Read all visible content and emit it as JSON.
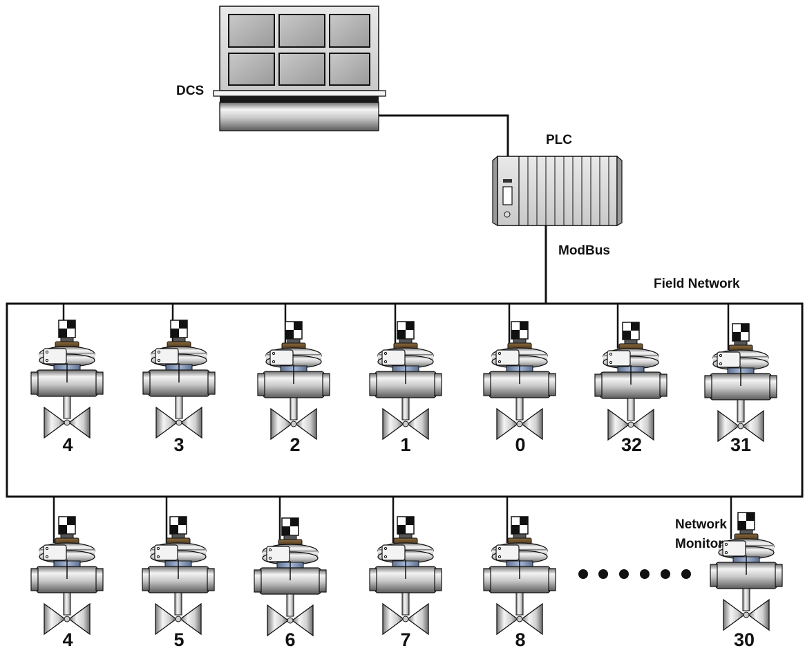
{
  "labels": {
    "dcs": "DCS",
    "plc": "PLC",
    "modbus": "ModBus",
    "field_network": "Field Network",
    "network_monitor_line1": "Network",
    "network_monitor_line2": "Monitor"
  },
  "valves": {
    "top_row": [
      "4",
      "3",
      "2",
      "1",
      "0",
      "32",
      "31"
    ],
    "bottom_row": [
      "4",
      "5",
      "6",
      "7",
      "8",
      "30"
    ]
  },
  "icons": {
    "dcs": "dcs-console-icon",
    "plc": "plc-rack-icon",
    "valve": "control-valve-icon"
  },
  "colors": {
    "line": "#111111",
    "metal_light": "#f2f2f2",
    "metal_dark": "#8a8a8a",
    "actuator_blue": "#8ea3c6"
  }
}
